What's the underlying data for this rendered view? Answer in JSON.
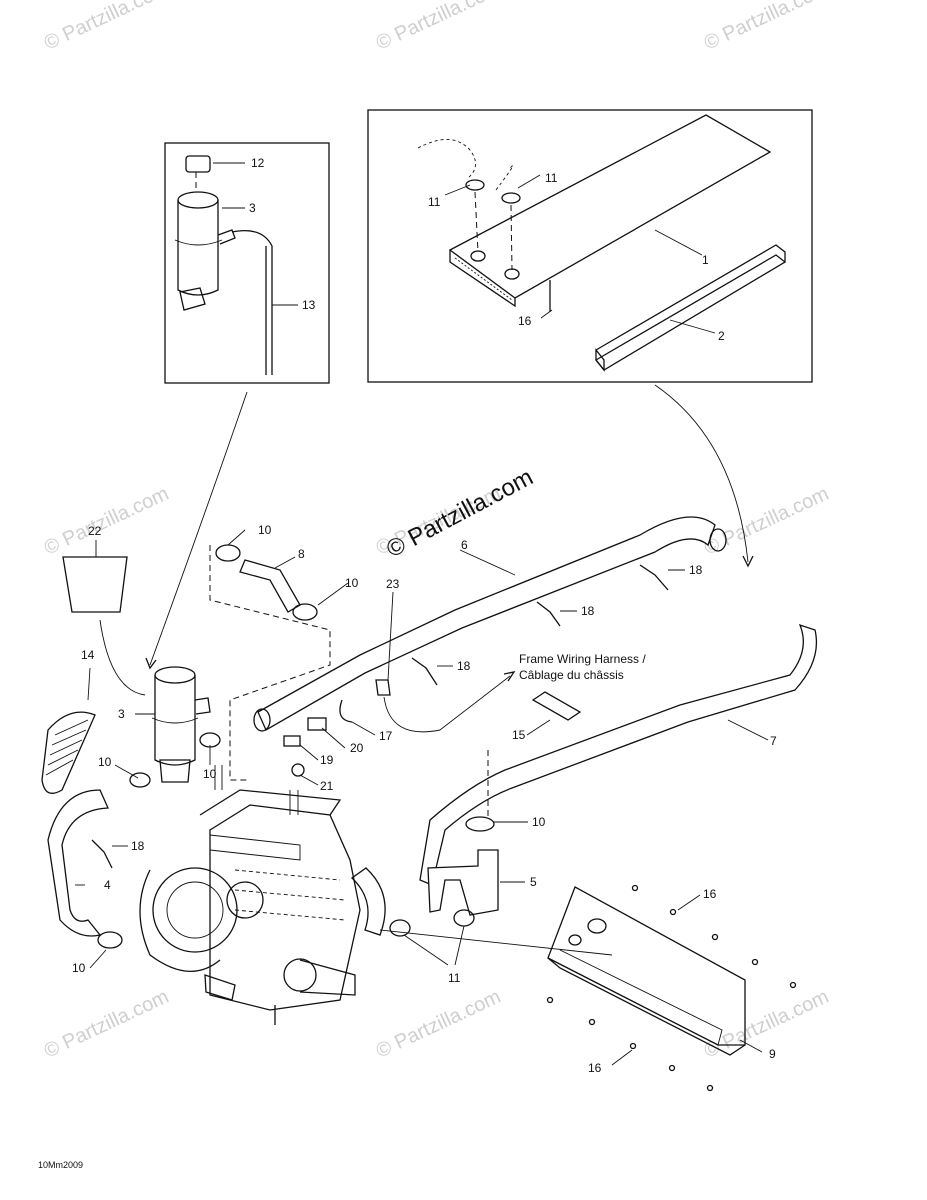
{
  "watermarks": [
    "© Partzilla.com",
    "© Partzilla.com",
    "© Partzilla.com",
    "© Partzilla.com",
    "© Partzilla.com",
    "© Partzilla.com",
    "© Partzilla.com",
    "© Partzilla.com",
    "© Partzilla.com"
  ],
  "watermark_main": "© Partzilla.com",
  "callouts": [
    "1",
    "2",
    "3",
    "3",
    "4",
    "5",
    "6",
    "7",
    "8",
    "9",
    "10",
    "10",
    "10",
    "10",
    "10",
    "10",
    "11",
    "11",
    "11",
    "12",
    "13",
    "14",
    "15",
    "16",
    "16",
    "16",
    "17",
    "18",
    "18",
    "18",
    "18",
    "19",
    "20",
    "21",
    "22",
    "23"
  ],
  "harness_note": {
    "line1": "Frame Wiring Harness /",
    "line2": "Câblage du châssis"
  },
  "diagram_code": "10Mm2009"
}
